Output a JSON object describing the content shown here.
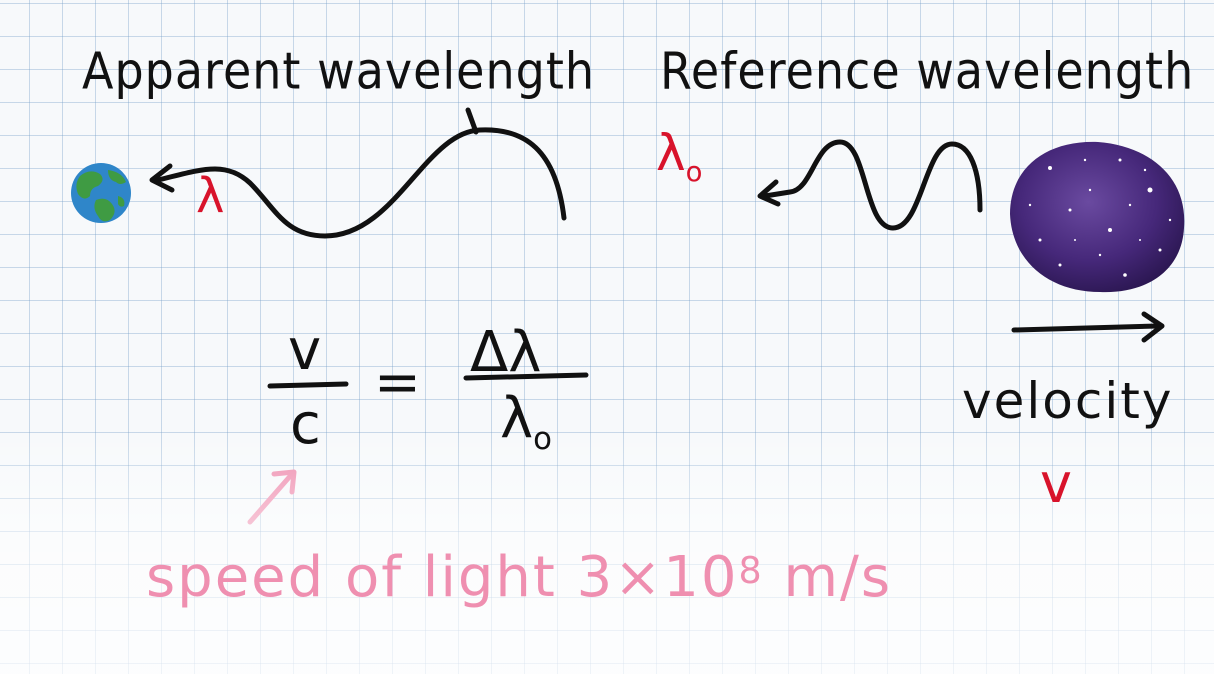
{
  "titles": {
    "apparent": "Apparent wavelength",
    "reference": "Reference wavelength"
  },
  "symbols": {
    "lambda": "λ",
    "lambda0_base": "λ",
    "lambda0_sub": "o",
    "velocity": "velocity",
    "v": "v"
  },
  "equation": {
    "lhs_num": "v",
    "lhs_den": "c",
    "equals": "=",
    "rhs_num": "Δλ",
    "rhs_den_base": "λ",
    "rhs_den_sub": "o"
  },
  "speed_note": {
    "text": "speed of light 3×10",
    "exponent": "8",
    "units": " m/s"
  },
  "colors": {
    "ink": "#111111",
    "red": "#d8132b",
    "pink": "#ef8fb0",
    "earth_ocean": "#2f86c9",
    "earth_land": "#3f9b43",
    "galaxy": "#4a2a78"
  }
}
